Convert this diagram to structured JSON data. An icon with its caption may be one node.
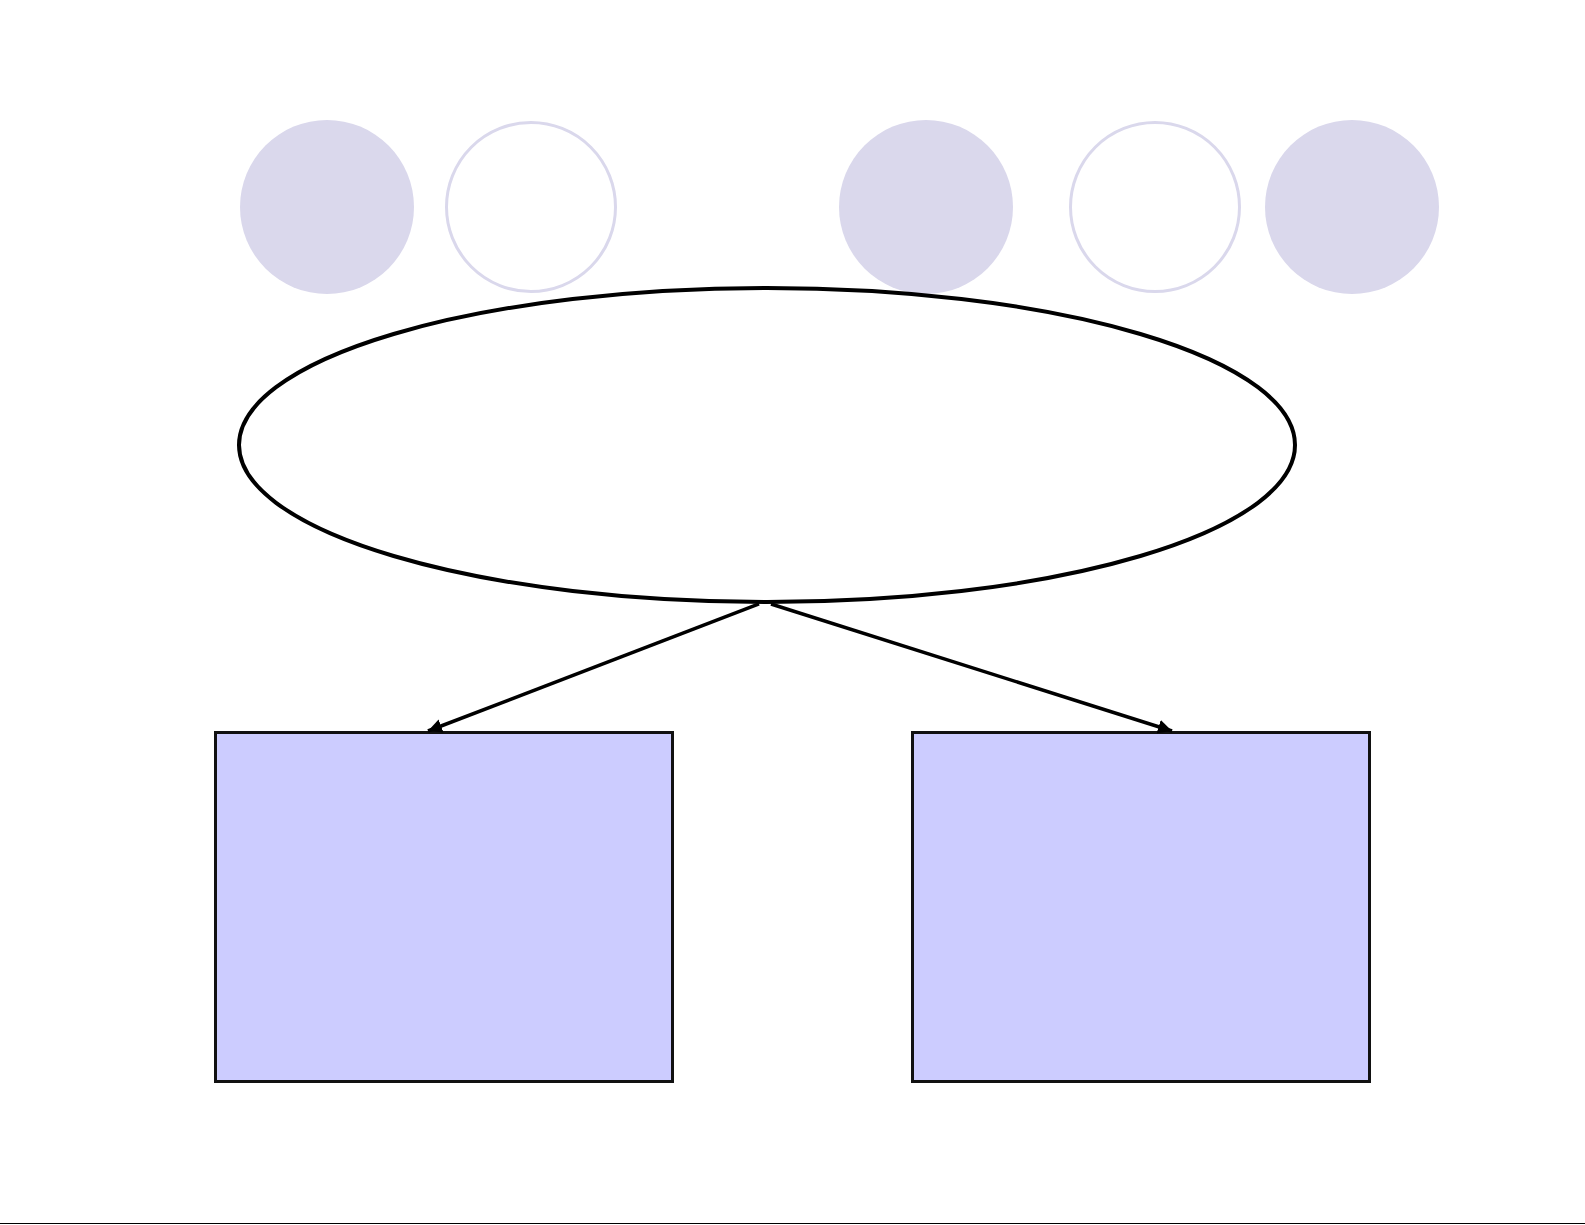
{
  "diagram": {
    "nodes": [
      {
        "text": [],
        "shape": "ellipse"
      },
      {
        "text": [],
        "shape": "box"
      },
      {
        "text": [],
        "shape": "box"
      }
    ],
    "edges": [
      {
        "from": 0,
        "to": 1,
        "arrow": "to"
      },
      {
        "from": 0,
        "to": 2,
        "arrow": "to"
      }
    ]
  }
}
